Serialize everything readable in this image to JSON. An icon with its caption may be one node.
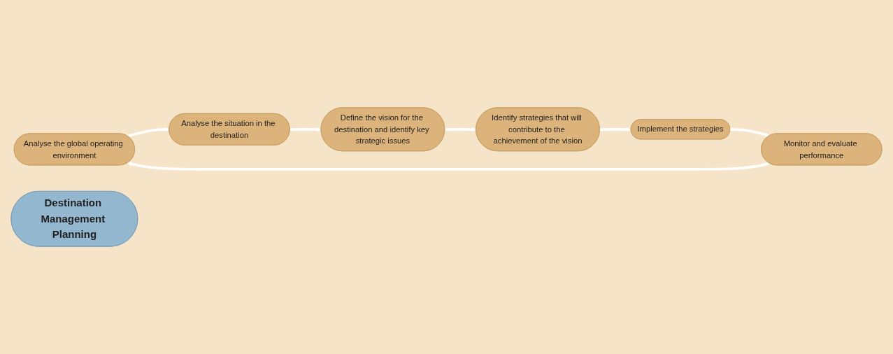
{
  "diagram": {
    "nodes": [
      {
        "text": [
          "Analyse the global operating environment"
        ]
      },
      {
        "text": [
          "Monitor and evaluate performance"
        ]
      },
      {
        "text": [
          "Analyse the situation in the destination"
        ]
      },
      {
        "text": [
          "Destination Management Planning"
        ]
      },
      {
        "text": [
          "Implement the strategies"
        ]
      },
      {
        "text": [
          "Define the vision for the destination and identify key strategic issues"
        ]
      },
      {
        "text": [
          "Identify strategies that will contribute to the achievement of the vision"
        ]
      }
    ],
    "edges": [
      {
        "from": 0,
        "to": 2,
        "arrow": "to"
      },
      {
        "from": 2,
        "to": 5,
        "arrow": "to"
      },
      {
        "from": 5,
        "to": 6,
        "arrow": "to"
      },
      {
        "from": 6,
        "to": 4,
        "arrow": "to"
      },
      {
        "from": 4,
        "to": 1,
        "arrow": "to"
      },
      {
        "from": 1,
        "to": 0,
        "arrow": "to"
      }
    ]
  }
}
